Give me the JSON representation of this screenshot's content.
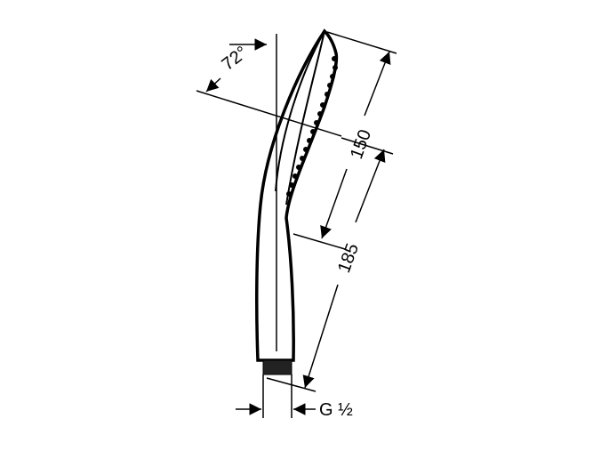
{
  "drawing": {
    "subject": "hand shower technical drawing",
    "dimensions": {
      "angle": "72°",
      "head_length": "150",
      "total_length": "185",
      "thread": "G ½"
    },
    "colors": {
      "line": "#000000",
      "background": "#ffffff"
    }
  }
}
